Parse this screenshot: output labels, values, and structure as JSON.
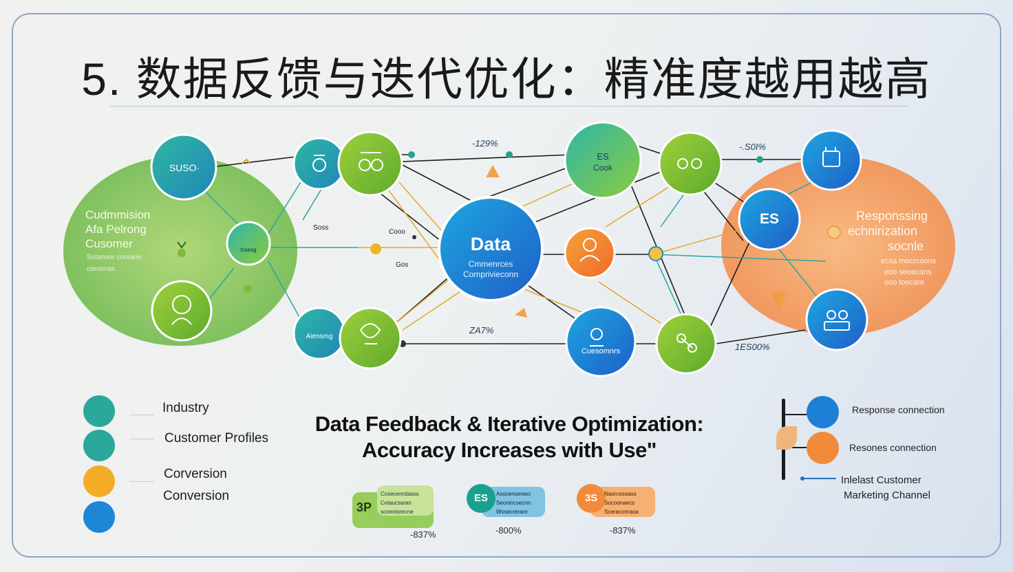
{
  "title": "5. 数据反馈与迭代优化：精准度越用越高",
  "left_group": {
    "lines": [
      "Cudmmision",
      "Afa Pelrong",
      "Cusomer"
    ],
    "small": [
      "Sotanoor coroane",
      "coroenas"
    ]
  },
  "right_group": {
    "lines": [
      "Responssing",
      "echnirization",
      "socnle"
    ],
    "small": [
      "ecsa mocrcoons",
      "eoo seoecans",
      "ooo toecare"
    ]
  },
  "nodes": {
    "n_left_top": "SUSO·",
    "n_mid_left": "tcsesg",
    "n_bottom_left": "Aiensmg",
    "n_center_title": "Data",
    "n_center_sub1": "Cmmenrces",
    "n_center_sub2": "Comprivieconn",
    "n_top_green": "Cook",
    "n_top_green_sym": "ES",
    "n_bottom_blue": "Cuesomnrs",
    "n_right_es": "ES"
  },
  "annotations": {
    "top_pct": "-129%",
    "top_right_pct": "-.S0I%",
    "mid_pct": "ZA7%",
    "bottom_right_pct": "1ES00%",
    "mid_label_1": "Soss",
    "mid_label_2": "Cooo",
    "mid_label_3": "Gos"
  },
  "legend_left": [
    {
      "label": "Industry"
    },
    {
      "label": "Customer Profiles"
    },
    {
      "label": "Corversion"
    },
    {
      "label": "Conversion"
    }
  ],
  "legend_left_icons": [
    "person-outline-icon",
    "people-icon",
    "user-avatar-icon",
    "bar-chart-icon"
  ],
  "subtitle_line1": "Data Feedback & Iterative Optimization:",
  "subtitle_line2": "Accuracy Increases with Use\"",
  "stats": [
    {
      "badge": "3P",
      "line1": "Cosecenrdasos",
      "line2": "Celaucsaran",
      "line3": "scoenlorecne",
      "pct": "-837%"
    },
    {
      "badge": "ES",
      "line1": "Asocensenecr",
      "line2": "Seonincsecnn",
      "line3": "Wosecrerare",
      "pct": "-800%"
    },
    {
      "badge": "3S",
      "line1": "Naorcessaos",
      "line2": "Socoonaecs",
      "line3": "Sceraconraoa",
      "pct": "-837%"
    }
  ],
  "legend_right": [
    {
      "label": "Response connection"
    },
    {
      "label": "Resones connection"
    }
  ],
  "legend_right_note_1": "Inlelast Customer",
  "legend_right_note_2": "Marketing Channel",
  "colors": {
    "green": "#86c23c",
    "teal": "#24a89c",
    "blue": "#1d7fd6",
    "orange": "#f2873b",
    "accent_yellow": "#f0b429"
  }
}
